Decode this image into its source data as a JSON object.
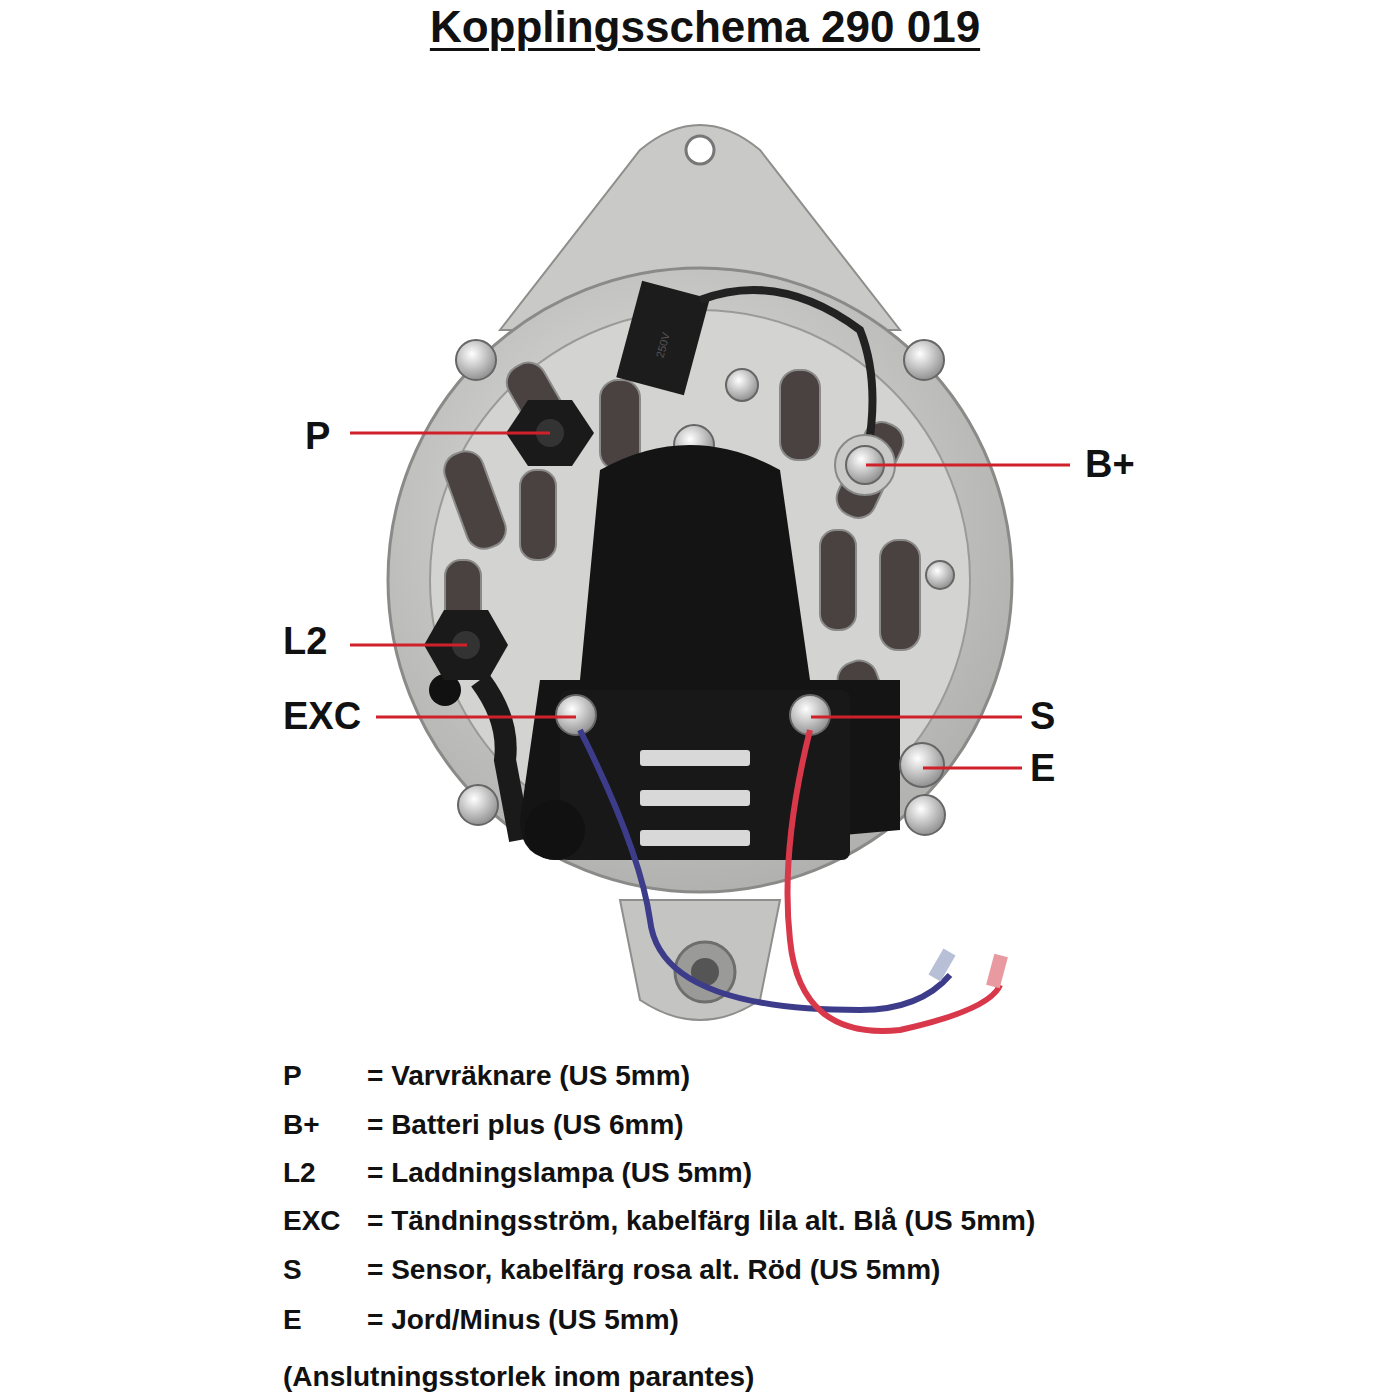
{
  "diagram": {
    "title": "Kopplingsschema  290 019",
    "caption": "(Anslutningsstorlek inom parantes)",
    "labels": [
      "250V",
      "P",
      "B+",
      "L2",
      "EXC",
      "S",
      "E",
      "P",
      "= Varvräknare (US 5mm)",
      "B+",
      "= Batteri plus (US 6mm)",
      "L2",
      "= Laddningslampa (US 5mm)",
      "EXC",
      "= Tändningsström, kabelfärg lila alt. Blå (US 5mm)",
      "S",
      "= Sensor, kabelfärg rosa alt. Röd (US 5mm)",
      "E",
      "= Jord/Minus (US 5mm)"
    ]
  }
}
